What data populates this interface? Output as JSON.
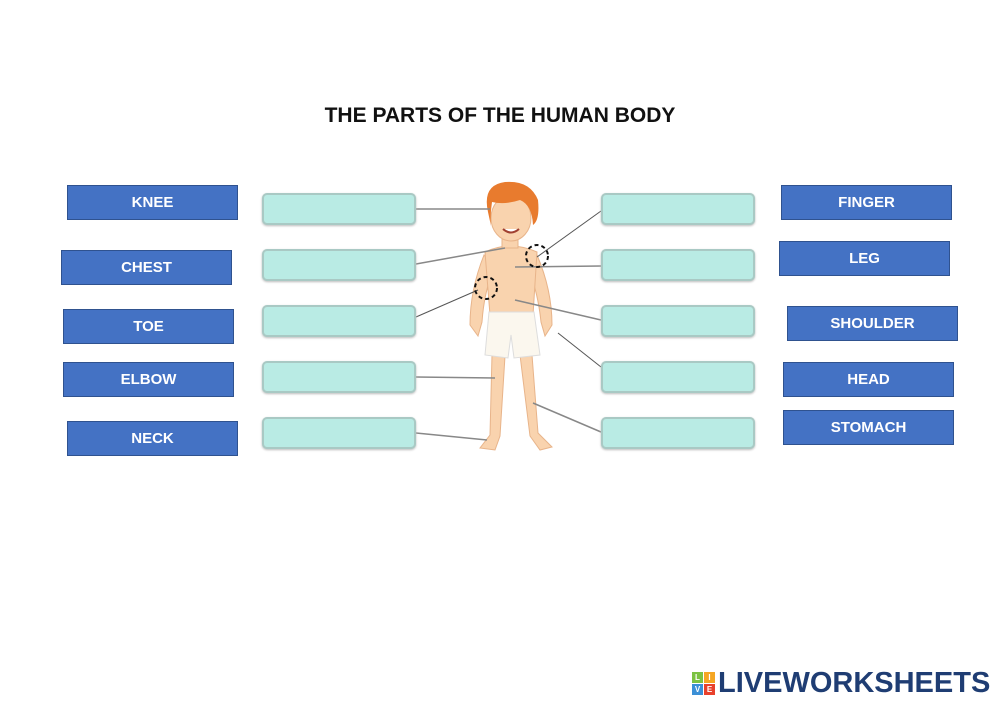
{
  "title": "THE PARTS OF THE HUMAN BODY",
  "left_labels": [
    "KNEE",
    "CHEST",
    "TOE",
    "ELBOW",
    "NECK"
  ],
  "right_labels": [
    "FINGER",
    "LEG",
    "SHOULDER",
    "HEAD",
    "STOMACH"
  ],
  "left_answers": [
    "",
    "",
    "",
    "",
    ""
  ],
  "right_answers": [
    "",
    "",
    "",
    "",
    ""
  ],
  "logo": {
    "text": "LIVEWORKSHEETS",
    "blocks": [
      "L",
      "I",
      "V",
      "E"
    ]
  },
  "colors": {
    "label_bg": "#4472c4",
    "slot_bg": "#b9ebe4",
    "logo": "#1f3d73"
  }
}
